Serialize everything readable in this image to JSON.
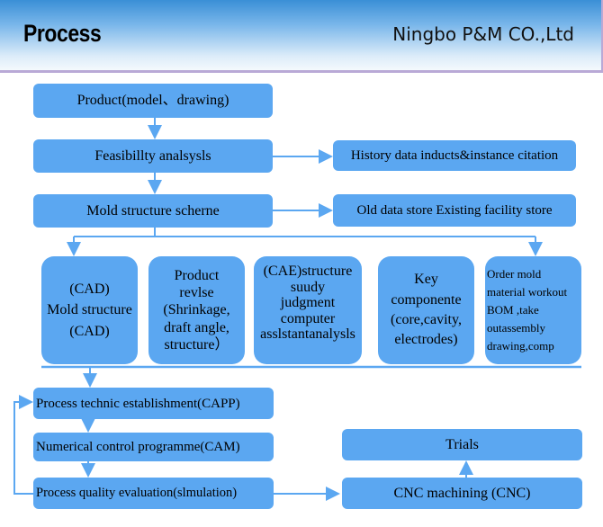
{
  "header": {
    "title": "Process",
    "company": "Ningbo P&M CO.,Ltd"
  },
  "steps": {
    "product": "Product(model、drawing)",
    "feasibility": "Feasibillty analsysls",
    "history": "History data inducts&instance citation",
    "mold_structure": "Mold structure scherne",
    "old_data": "Old data store Existing facility store",
    "cad": [
      "(CAD)",
      "Mold structure",
      "(CAD)"
    ],
    "revise": [
      "Product",
      "revlse",
      "(Shrinkage,",
      "draft angle,",
      "structure）"
    ],
    "cae": [
      "(CAE)structure",
      "suudy",
      "judgment",
      "computer",
      "asslstantanalysls"
    ],
    "key": [
      "Key",
      "componente",
      "(core,cavity,",
      "electrodes)"
    ],
    "order": [
      "Order mold",
      "material workout",
      "BOM ,take",
      "outassembly",
      "drawing,comp"
    ],
    "capp": "Process technic establishment(CAPP)",
    "cam": "Numerical control programme(CAM)",
    "quality": "Process quality evaluation(slmulation)",
    "trials": "Trials",
    "cnc": "CNC machining (CNC)"
  },
  "colors": {
    "box": "#5ba7f1",
    "line": "#5ba7f1"
  }
}
